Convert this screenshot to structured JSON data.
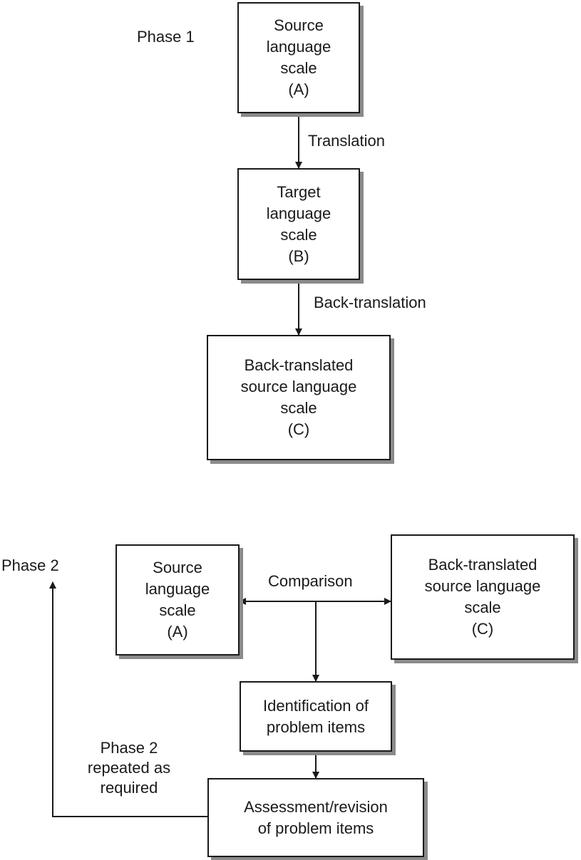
{
  "phase1": {
    "label": "Phase 1",
    "box_a": {
      "lines": [
        "Source",
        "language",
        "scale",
        "(A)"
      ]
    },
    "edge_translation": "Translation",
    "box_b": {
      "lines": [
        "Target",
        "language",
        "scale",
        "(B)"
      ]
    },
    "edge_back_translation": "Back-translation",
    "box_c": {
      "lines": [
        "Back-translated",
        "source language",
        "scale",
        "(C)"
      ]
    }
  },
  "phase2": {
    "label": "Phase 2",
    "box_a": {
      "lines": [
        "Source",
        "language",
        "scale",
        "(A)"
      ]
    },
    "edge_comparison": "Comparison",
    "box_c": {
      "lines": [
        "Back-translated",
        "source language",
        "scale",
        "(C)"
      ]
    },
    "box_identification": {
      "lines": [
        "Identification of",
        "problem items"
      ]
    },
    "box_assessment": {
      "lines": [
        "Assessment/revision",
        "of problem items"
      ]
    },
    "loop_label": {
      "lines": [
        "Phase 2",
        "repeated as",
        "required"
      ]
    }
  }
}
